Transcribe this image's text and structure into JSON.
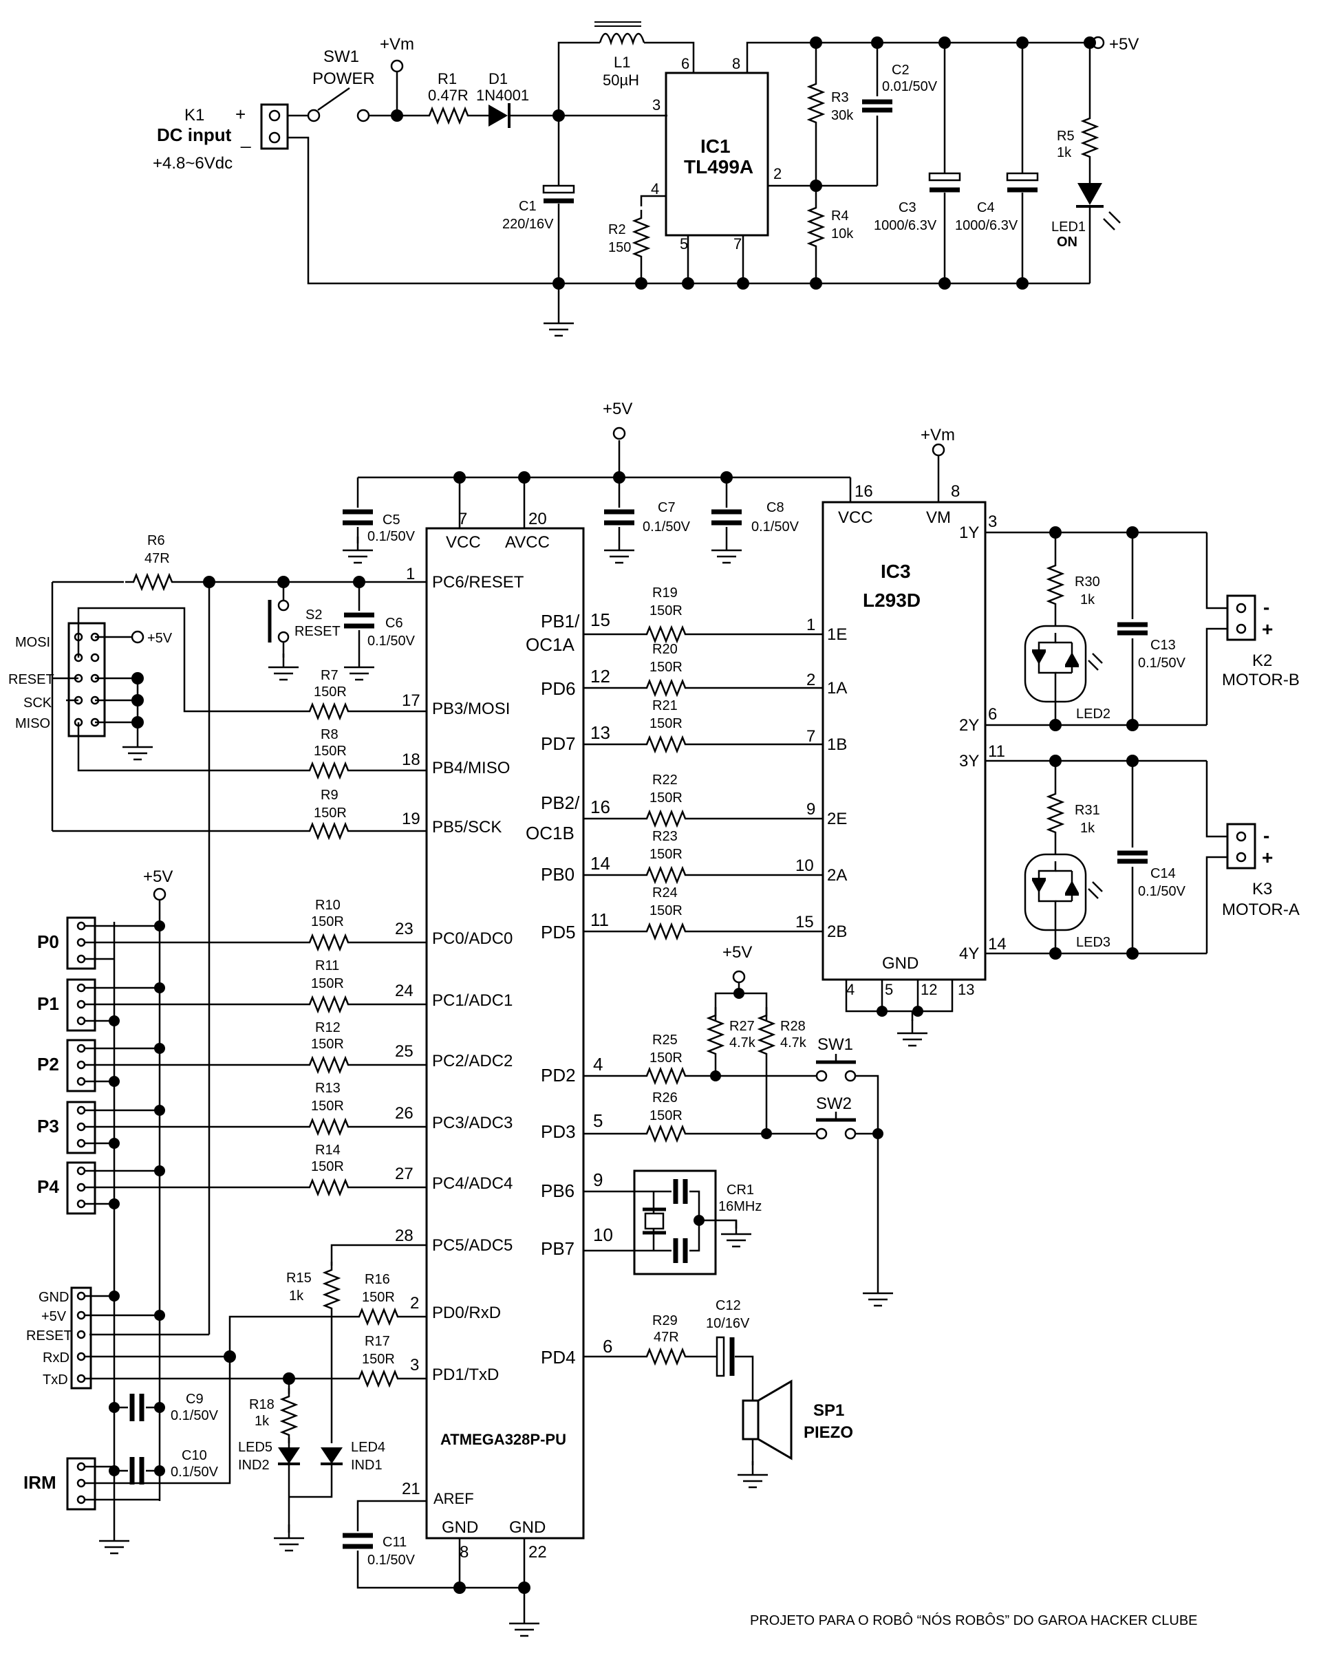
{
  "footer": "PROJETO PARA O ROBÔ “NÓS ROBÔS” DO GAROA HACKER CLUBE",
  "power": {
    "K1": {
      "ref": "K1",
      "plus": "+",
      "name": "DC input",
      "minus": "_",
      "range": "+4.8~6Vdc"
    },
    "SW1": {
      "ref": "SW1",
      "name": "POWER"
    },
    "vm": "+Vm",
    "R1": {
      "ref": "R1",
      "value": "0.47R"
    },
    "D1": {
      "ref": "D1",
      "value": "1N4001"
    },
    "L1": {
      "ref": "L1",
      "value": "50µH"
    },
    "C1": {
      "ref": "C1",
      "value": "220/16V"
    },
    "R2": {
      "ref": "R2",
      "value": "150"
    },
    "IC1": {
      "ref": "IC1",
      "part": "TL499A",
      "pins": [
        "3",
        "6",
        "8",
        "2",
        "4",
        "5",
        "7"
      ]
    },
    "R3": {
      "ref": "R3",
      "value": "30k"
    },
    "R4": {
      "ref": "R4",
      "value": "10k"
    },
    "C2": {
      "ref": "C2",
      "value": "0.01/50V"
    },
    "C3": {
      "ref": "C3",
      "value": "1000/6.3V"
    },
    "C4": {
      "ref": "C4",
      "value": "1000/6.3V"
    },
    "R5": {
      "ref": "R5",
      "value": "1k"
    },
    "LED1": {
      "ref": "LED1",
      "label": "ON"
    },
    "v5": "+5V"
  },
  "mcu": {
    "part": "ATMEGA328P-PU",
    "vcc_label": "VCC",
    "avcc_label": "AVCC",
    "aref_label": "AREF",
    "gnd_label": "GND",
    "left_pins": [
      {
        "num": "1",
        "name": "PC6/RESET"
      },
      {
        "num": "17",
        "name": "PB3/MOSI"
      },
      {
        "num": "18",
        "name": "PB4/MISO"
      },
      {
        "num": "19",
        "name": "PB5/SCK"
      },
      {
        "num": "23",
        "name": "PC0/ADC0"
      },
      {
        "num": "24",
        "name": "PC1/ADC1"
      },
      {
        "num": "25",
        "name": "PC2/ADC2"
      },
      {
        "num": "26",
        "name": "PC3/ADC3"
      },
      {
        "num": "27",
        "name": "PC4/ADC4"
      },
      {
        "num": "28",
        "name": "PC5/ADC5"
      },
      {
        "num": "2",
        "name": "PD0/RxD"
      },
      {
        "num": "3",
        "name": "PD1/TxD"
      },
      {
        "num": "21",
        "name": "AREF"
      }
    ],
    "right_pins": [
      {
        "num": "15",
        "name": "PB1/",
        "name2": "OC1A"
      },
      {
        "num": "12",
        "name": "PD6"
      },
      {
        "num": "13",
        "name": "PD7"
      },
      {
        "num": "16",
        "name": "PB2/",
        "name2": "OC1B"
      },
      {
        "num": "14",
        "name": "PB0"
      },
      {
        "num": "11",
        "name": "PD5"
      },
      {
        "num": "4",
        "name": "PD2"
      },
      {
        "num": "5",
        "name": "PD3"
      },
      {
        "num": "9",
        "name": "PB6"
      },
      {
        "num": "10",
        "name": "PB7"
      },
      {
        "num": "6",
        "name": "PD4"
      }
    ],
    "top_pins": [
      "7",
      "20"
    ],
    "bottom_pins": [
      "8",
      "22"
    ]
  },
  "caps": {
    "C5": {
      "ref": "C5",
      "value": "0.1/50V"
    },
    "C6": {
      "ref": "C6",
      "value": "0.1/50V"
    },
    "C7": {
      "ref": "C7",
      "value": "0.1/50V"
    },
    "C8": {
      "ref": "C8",
      "value": "0.1/50V"
    },
    "C9": {
      "ref": "C9",
      "value": "0.1/50V"
    },
    "C10": {
      "ref": "C10",
      "value": "0.1/50V"
    },
    "C11": {
      "ref": "C11",
      "value": "0.1/50V"
    },
    "C12": {
      "ref": "C12",
      "value": "10/16V"
    },
    "C13": {
      "ref": "C13",
      "value": "0.1/50V"
    },
    "C14": {
      "ref": "C14",
      "value": "0.1/50V"
    }
  },
  "resistors": {
    "R6": {
      "ref": "R6",
      "value": "47R"
    },
    "R7": {
      "ref": "R7",
      "value": "150R"
    },
    "R8": {
      "ref": "R8",
      "value": "150R"
    },
    "R9": {
      "ref": "R9",
      "value": "150R"
    },
    "R10": {
      "ref": "R10",
      "value": "150R"
    },
    "R11": {
      "ref": "R11",
      "value": "150R"
    },
    "R12": {
      "ref": "R12",
      "value": "150R"
    },
    "R13": {
      "ref": "R13",
      "value": "150R"
    },
    "R14": {
      "ref": "R14",
      "value": "150R"
    },
    "R15": {
      "ref": "R15",
      "value": "1k"
    },
    "R16": {
      "ref": "R16",
      "value": "150R"
    },
    "R17": {
      "ref": "R17",
      "value": "150R"
    },
    "R18": {
      "ref": "R18",
      "value": "1k"
    },
    "R19": {
      "ref": "R19",
      "value": "150R"
    },
    "R20": {
      "ref": "R20",
      "value": "150R"
    },
    "R21": {
      "ref": "R21",
      "value": "150R"
    },
    "R22": {
      "ref": "R22",
      "value": "150R"
    },
    "R23": {
      "ref": "R23",
      "value": "150R"
    },
    "R24": {
      "ref": "R24",
      "value": "150R"
    },
    "R25": {
      "ref": "R25",
      "value": "150R"
    },
    "R26": {
      "ref": "R26",
      "value": "150R"
    },
    "R27": {
      "ref": "R27",
      "value": "4.7k"
    },
    "R28": {
      "ref": "R28",
      "value": "4.7k"
    },
    "R29": {
      "ref": "R29",
      "value": "47R"
    },
    "R30": {
      "ref": "R30",
      "value": "1k"
    },
    "R31": {
      "ref": "R31",
      "value": "1k"
    }
  },
  "isp": {
    "labels": [
      "MOSI",
      "RESET",
      "SCK",
      "MISO"
    ],
    "v5": "+5V"
  },
  "S2": {
    "ref": "S2",
    "name": "RESET"
  },
  "ports": [
    "P0",
    "P1",
    "P2",
    "P3",
    "P4"
  ],
  "serial": {
    "labels": [
      "GND",
      "+5V",
      "RESET",
      "RxD",
      "TxD"
    ]
  },
  "irm": "IRM",
  "leds": {
    "LED4": {
      "ref": "LED4",
      "name": "IND1"
    },
    "LED5": {
      "ref": "LED5",
      "name": "IND2"
    },
    "LED2": {
      "ref": "LED2"
    },
    "LED3": {
      "ref": "LED3"
    }
  },
  "ic3": {
    "ref": "IC3",
    "part": "L293D",
    "vcc": "VCC",
    "vm": "VM",
    "gnd": "GND",
    "in_pins": [
      {
        "num": "1",
        "name": "1E"
      },
      {
        "num": "2",
        "name": "1A"
      },
      {
        "num": "7",
        "name": "1B"
      },
      {
        "num": "9",
        "name": "2E"
      },
      {
        "num": "10",
        "name": "2A"
      },
      {
        "num": "15",
        "name": "2B"
      }
    ],
    "out_pins": [
      {
        "num": "3",
        "name": "1Y"
      },
      {
        "num": "6",
        "name": "2Y"
      },
      {
        "num": "11",
        "name": "3Y"
      },
      {
        "num": "14",
        "name": "4Y"
      }
    ],
    "top_pins": [
      "16",
      "8"
    ],
    "gnd_pins": [
      "4",
      "5",
      "12",
      "13"
    ]
  },
  "motors": {
    "K2": {
      "ref": "K2",
      "name": "MOTOR-B",
      "minus": "-",
      "plus": "+"
    },
    "K3": {
      "ref": "K3",
      "name": "MOTOR-A",
      "minus": "-",
      "plus": "+"
    }
  },
  "switches": {
    "SW1b": "SW1",
    "SW2": "SW2"
  },
  "CR1": {
    "ref": "CR1",
    "value": "16MHz"
  },
  "SP1": {
    "ref": "SP1",
    "name": "PIEZO"
  }
}
